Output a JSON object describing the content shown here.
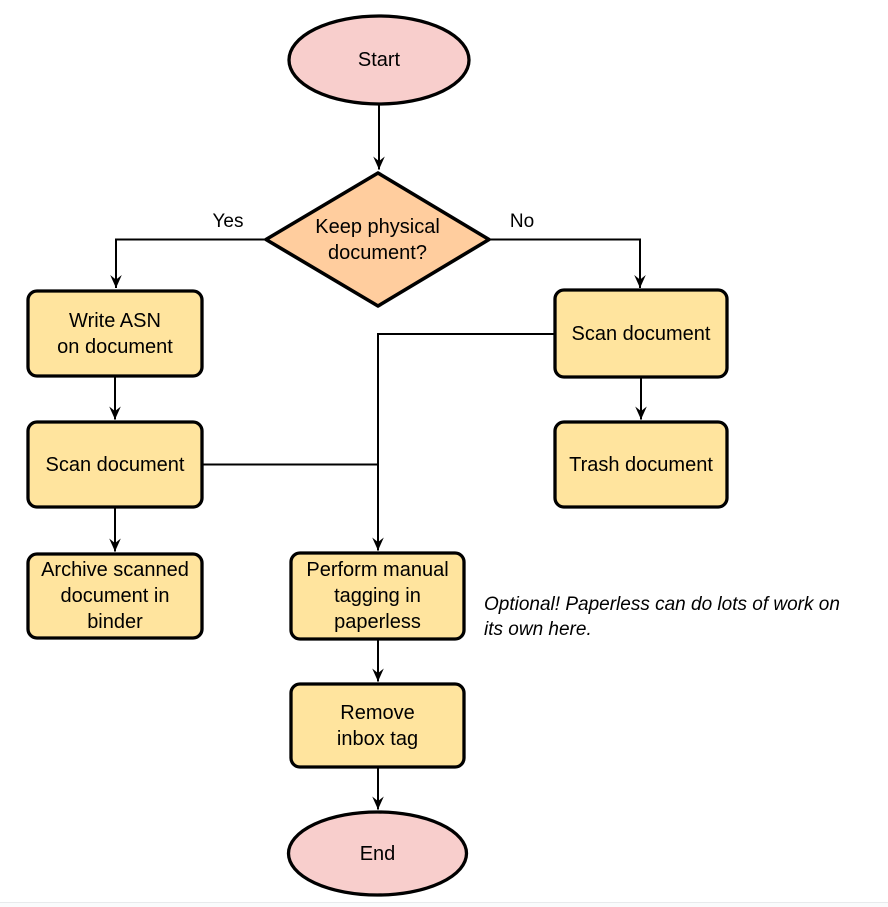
{
  "diagram": {
    "nodes": {
      "start": {
        "label": "Start",
        "shape": "terminal"
      },
      "decision": {
        "label": "Keep physical\ndocument?",
        "shape": "decision"
      },
      "write_asn": {
        "label": "Write ASN\non document",
        "shape": "process"
      },
      "scan_left": {
        "label": "Scan document",
        "shape": "process"
      },
      "archive": {
        "label": "Archive scanned\ndocument in\nbinder",
        "shape": "process"
      },
      "scan_right": {
        "label": "Scan document",
        "shape": "process"
      },
      "trash": {
        "label": "Trash document",
        "shape": "process"
      },
      "tagging": {
        "label": "Perform manual\ntagging in\npaperless",
        "shape": "process"
      },
      "remove_inbox": {
        "label": "Remove\ninbox tag",
        "shape": "process"
      },
      "end": {
        "label": "End",
        "shape": "terminal"
      }
    },
    "edge_labels": {
      "yes": "Yes",
      "no": "No"
    },
    "note": "Optional! Paperless can do lots of work on\nits own here.",
    "colors": {
      "terminal": "#F8CECC",
      "decision": "#FFCD9E",
      "process": "#FFE49E",
      "line": "#000000"
    }
  }
}
